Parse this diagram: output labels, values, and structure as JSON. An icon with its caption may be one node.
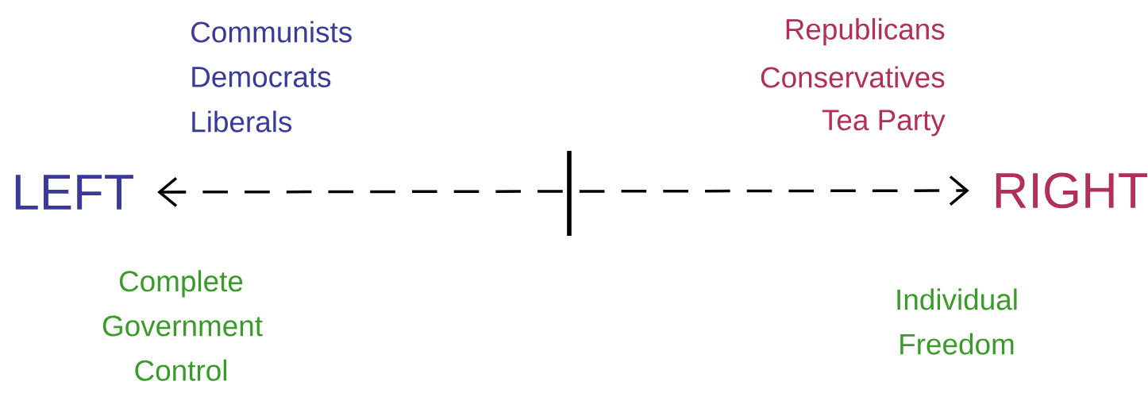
{
  "diagram": {
    "nodes": [
      {
        "text": [
          "LEFT"
        ]
      },
      {
        "text": [
          "RIGHT"
        ]
      }
    ],
    "edges": [
      {
        "from": 0,
        "to": 1,
        "arrow": "both",
        "style": "dashed"
      }
    ],
    "labels": [
      "Communists",
      "Democrats",
      "Liberals",
      "Republicans",
      "Conservatives",
      "Tea Party",
      "Complete Government Control",
      "Individual Freedom"
    ]
  }
}
